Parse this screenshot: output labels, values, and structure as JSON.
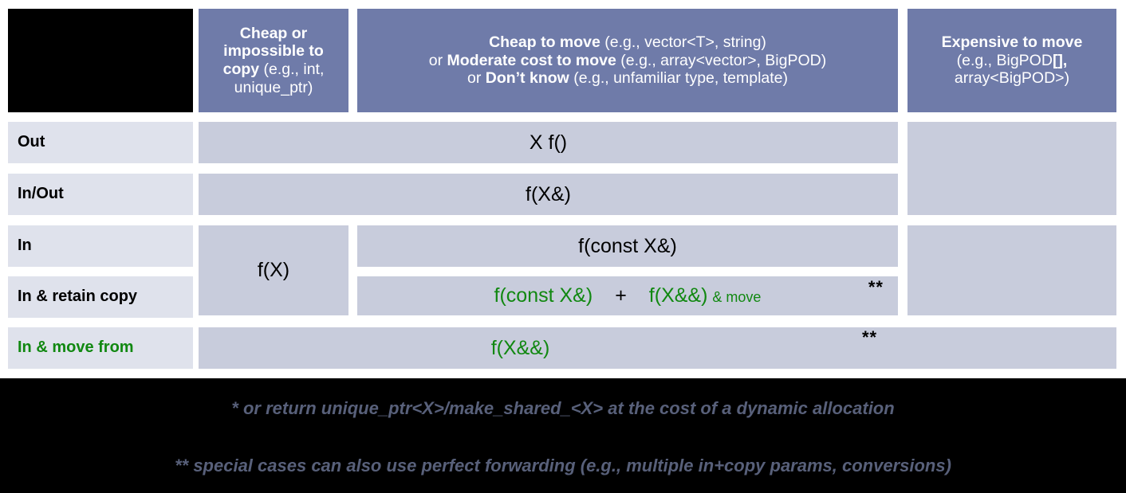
{
  "title": "C++ Parameter Passing Guidance Table",
  "colors": {
    "header_blue": "#6F7BA9",
    "body_cell": "#C8CCDC",
    "row_label": "#DFE2EC",
    "green": "#118811",
    "footnote_gray": "#58607A",
    "black": "#000000",
    "white": "#FFFFFF"
  },
  "header": {
    "corner": "",
    "col1": {
      "lines": [
        {
          "bold": "Cheap or",
          "normal": ""
        },
        {
          "bold": "impossible to",
          "normal": ""
        },
        {
          "bold": "copy",
          "normal": " (e.g., int,"
        },
        {
          "bold": "",
          "normal": "unique_ptr)"
        }
      ],
      "plain": "Cheap or impossible to copy (e.g., int, unique_ptr)"
    },
    "col2": {
      "lines": [
        {
          "prefix": "",
          "bold": "Cheap to move",
          "normal": " (e.g., vector<T>, string)"
        },
        {
          "prefix": "or ",
          "bold": "Moderate cost to move",
          "normal": " (e.g., array<vector>, BigPOD)"
        },
        {
          "prefix": "or ",
          "bold": "Don’t know",
          "normal": " (e.g., unfamiliar type, template)"
        }
      ],
      "plain": "Cheap to move (e.g., vector<T>, string) or Moderate cost to move (e.g., array<vector>, BigPOD) or Don’t know (e.g., unfamiliar type, template)"
    },
    "col3": {
      "lines": [
        {
          "prefix": "",
          "bold": "Expensive to move",
          "normal": ""
        },
        {
          "prefix": "",
          "bold": "",
          "normal": "(e.g., BigPOD"
        },
        {
          "prefix": "",
          "bold": "",
          "normal": "array<BigPOD>)"
        }
      ],
      "bold_head": "Expensive to move",
      "line2_a": "(e.g., BigPOD",
      "line2_b": "[],",
      "line3": "array<BigPOD>)",
      "plain": "Expensive to move (e.g., BigPOD[], array<BigPOD>)"
    }
  },
  "rows": [
    {
      "label": "Out",
      "label_green": false,
      "value": "X f()"
    },
    {
      "label": "In/Out",
      "label_green": false,
      "value": "f(X&)"
    },
    {
      "label": "In",
      "label_green": false,
      "value": "f(const X&)",
      "col1": "f(X)"
    },
    {
      "label": "In & retain copy",
      "label_green": true,
      "value_parts": {
        "a": "f(const X&)",
        "plus": "+",
        "b": "f(X&&)",
        "suffix": "& move"
      },
      "note": "**"
    },
    {
      "label": "In & move from",
      "label_green": true,
      "value": "f(X&&)",
      "note": "**"
    }
  ],
  "footnotes": [
    "* or return unique_ptr<X>/make_shared_<X> at the cost of a dynamic allocation",
    "** special cases can also use perfect forwarding (e.g., multiple in+copy params, conversions)"
  ]
}
